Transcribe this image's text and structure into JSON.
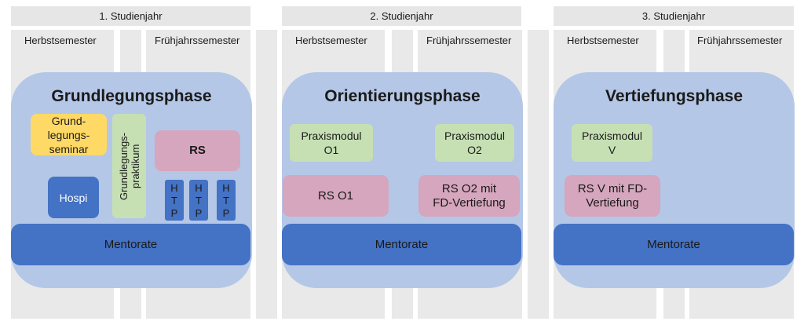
{
  "years": [
    {
      "label": "1. Studienjahr",
      "sem_left": "Herbstsemester",
      "sem_right": "Frühjahrssemester"
    },
    {
      "label": "2. Studienjahr",
      "sem_left": "Herbstsemester",
      "sem_right": "Frühjahrssemester"
    },
    {
      "label": "3. Studienjahr",
      "sem_left": "Herbstsemester",
      "sem_right": "Frühjahrssemester"
    }
  ],
  "phase1": {
    "title": "Grundlegungsphase",
    "seminar": [
      "Grund-",
      "legungs-",
      "seminar"
    ],
    "praktikum": [
      "Grundlegungs-",
      "praktikum"
    ],
    "rs": "RS",
    "hospi": "Hospi",
    "htp": [
      "H",
      "T",
      "P"
    ],
    "mentorate": "Mentorate"
  },
  "phase2": {
    "title": "Orientierungsphase",
    "pm1": [
      "Praxismodul",
      "O1"
    ],
    "pm2": [
      "Praxismodul",
      "O2"
    ],
    "rs1": "RS O1",
    "rs2": [
      "RS O2 mit",
      "FD-Vertiefung"
    ],
    "mentorate": "Mentorate"
  },
  "phase3": {
    "title": "Vertiefungsphase",
    "pm": [
      "Praxismodul",
      "V"
    ],
    "rs": [
      "RS V mit FD-",
      "Vertiefung"
    ],
    "mentorate": "Mentorate"
  },
  "colors": {
    "phase_bg": "#b4c7e7",
    "blue": "#4472c4",
    "yellow": "#ffd966",
    "green": "#c6e0b4",
    "pink": "#d5a6bd",
    "column_bg": "#e9e9e9"
  }
}
